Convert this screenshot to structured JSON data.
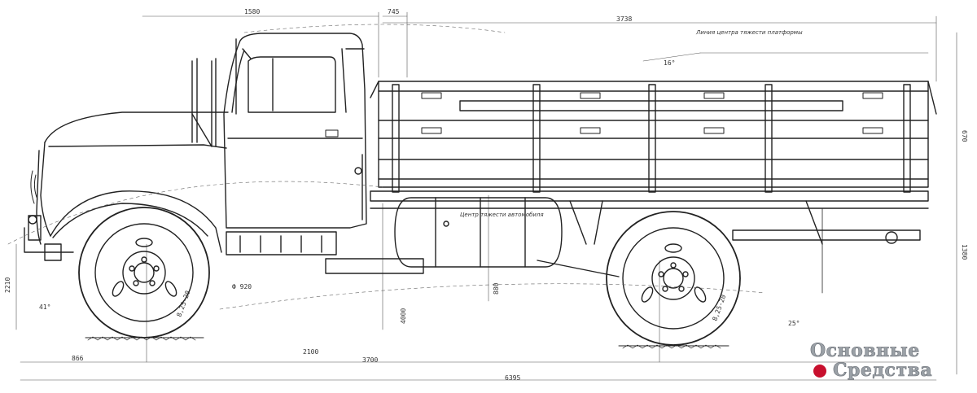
{
  "dimensions": {
    "cab_top": "1580",
    "cab_offset": "745",
    "body_length": "3738",
    "body_height": "670",
    "ground_clearance": "1380",
    "front_height": "2210",
    "axle_height": "880",
    "rear_overhang_label": "4000",
    "front_overhang": "866",
    "wheelbase": "3700",
    "front_track": "2100",
    "total_length": "6395",
    "approach_angle": "41°",
    "departure_angle": "25°",
    "angle_small": "16°",
    "wheel_dia": "Ф 920",
    "tire_front": "8,25-20",
    "tire_rear": "8,25-20"
  },
  "annotations": {
    "platform_center": "Линия центра тяжести платформы",
    "chassis_center": "Центр тяжести автомобиля"
  },
  "watermark": {
    "line1": "Основные",
    "line2": "Средства",
    "dot_color": "#c8102e"
  }
}
